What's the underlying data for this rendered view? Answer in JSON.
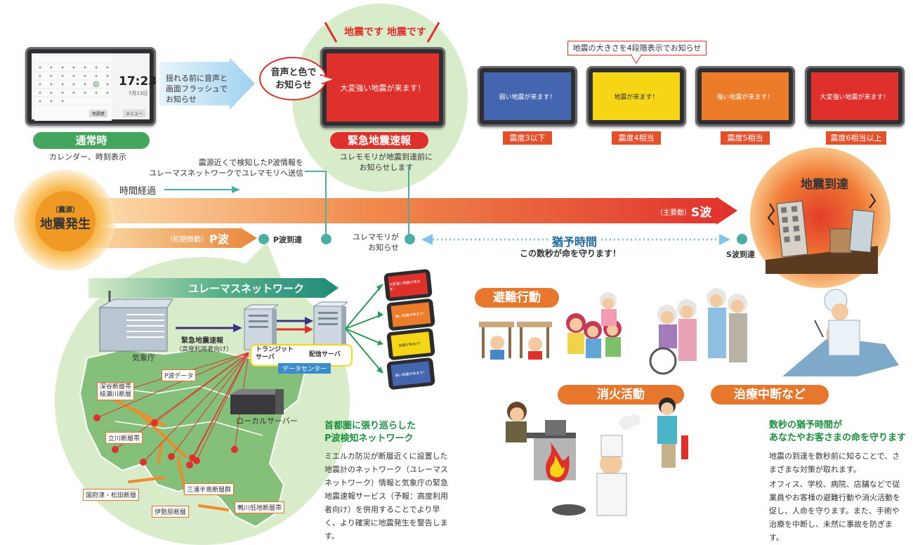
{
  "normal": {
    "clock_time": "17:23",
    "clock_date": "7月13日",
    "cal_btn1": "地震歴",
    "cal_btn2": "メニュー",
    "label": "通常時",
    "sub": "カレンダー、時刻表示",
    "arrow_text": "揺れる前に音声と\n画面フラッシュで\nお知らせ"
  },
  "emergency": {
    "alert_top": "地震です 地震です",
    "bubble": "音声と色で\nお知らせ",
    "screen_text": "大変強い地震が来ます！",
    "label": "緊急地震速報",
    "sub": "ユレモモリが地震到達前に\nお知らせします"
  },
  "levels": {
    "note": "地震の大きさを4段階表示でお知らせ",
    "items": [
      {
        "screen": "弱い地震が来ます！",
        "label": "震度3以下",
        "color": "#4466b0"
      },
      {
        "screen": "地震が来ます！",
        "label": "震度4相当",
        "color": "#f6d514"
      },
      {
        "screen": "強い地震が来ます！",
        "label": "震度5相当",
        "color": "#ec7c2a"
      },
      {
        "screen": "大変強い地震が来ます！",
        "label": "震度6相当以上",
        "color": "#e0302c"
      }
    ]
  },
  "timeline": {
    "p_detect_note": "震源近くで検知したP波情報を\nユレーマスネットワークでユレマモリへ送信",
    "source_small": "（震源）",
    "source_big": "地震発生",
    "time_passing": "時間経過",
    "s_wave_small": "（主要動）",
    "s_wave": "S波",
    "p_wave_small": "（初期微動）",
    "p_wave": "P波",
    "p_arrival": "P波到達",
    "yure_notify": "ユレマモリが\nお知らせ",
    "grace_title": "猶予時間",
    "grace_sub": "この数秒が命を守ります！",
    "s_arrival": "S波到達",
    "arrival": "地震到達"
  },
  "network": {
    "title": "ユレーマスネットワーク",
    "jma": "気象庁",
    "eew_line1": "緊急地震速報",
    "eew_line2": "（高度利用者向け）",
    "transit": "トランジット\nサーバ",
    "delivery": "配信サーバ",
    "datacenter": "データセンター",
    "local_server": "ローカルサーバー",
    "p_data": "P波データ",
    "faults": [
      "深谷断層帯\n綾瀬川断層",
      "立川断層帯",
      "国府津・松田断層",
      "伊勢原断層",
      "三浦半島断層群",
      "鴨川低地断層帯"
    ],
    "phones": [
      "大変強い地震が来ます！",
      "強い地震が来ます！",
      "地震が来ます！",
      "弱い地震が来ます！"
    ],
    "phone_colors": [
      "#e0302c",
      "#ec7c2a",
      "#f6d514",
      "#4466b0"
    ]
  },
  "metro": {
    "title": "首都圏に張り巡らした\nP波検知ネットワーク",
    "body": "ミエルカ防災が断層近くに設置した地震計のネットワーク（ユレーマスネットワーク）情報と気象庁の緊急地震速報サービス（予報：高度利用者向け）を併用することでより早く、より確実に地震発生を警告します。"
  },
  "actions": {
    "evacuate": "避難行動",
    "fire": "消火活動",
    "treatment": "治療中断など"
  },
  "life": {
    "title": "数秒の猶予時間が\nあなたやお客さまの命を守ります",
    "p1": "地震の到達を数秒前に知ることで、さまざまな対策が取れます。",
    "p2": "オフィス、学校、病院、店舗などで従業員やお客様の避難行動や消火活動を促し、人命を守ります。また、手術や治療を中断し、未然に事故を防ぎます。"
  },
  "colors": {
    "green": "#44a55c",
    "teal": "#4aaea1",
    "red": "#e0302c",
    "orange": "#e7772c"
  }
}
